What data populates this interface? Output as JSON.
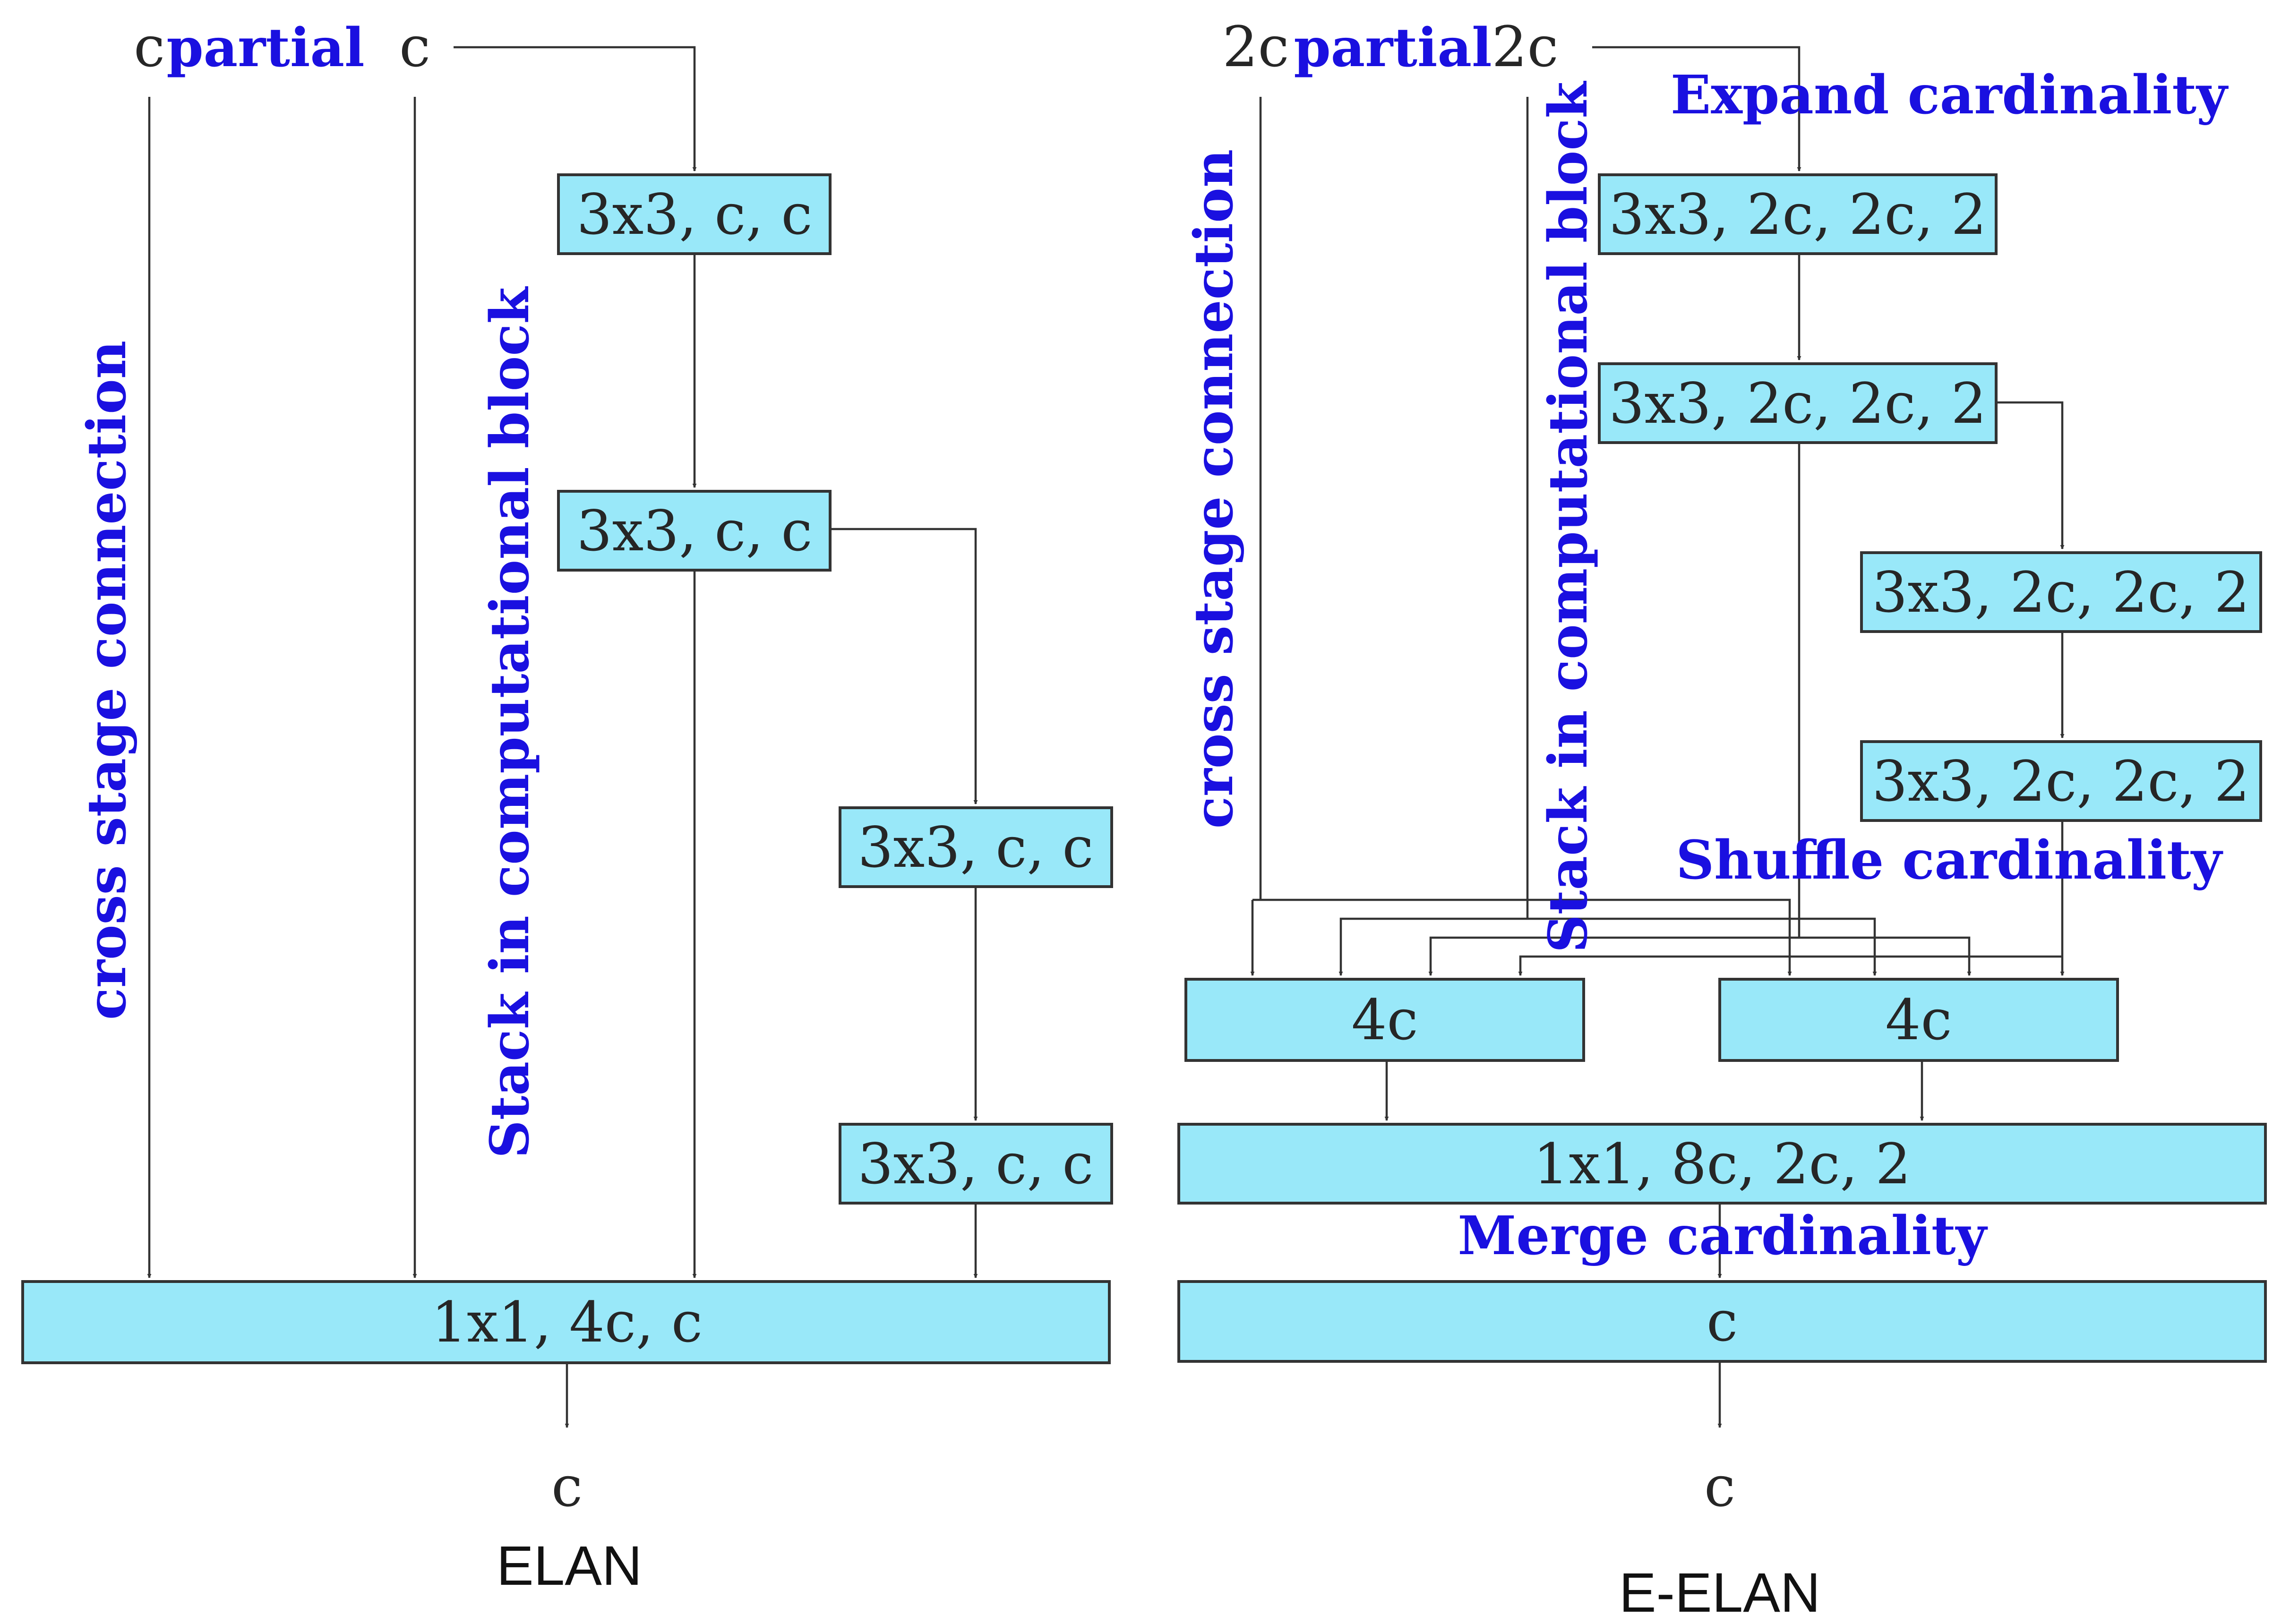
{
  "elan": {
    "title": "ELAN",
    "input_left": "c",
    "partial": "partial",
    "input_right": "c",
    "cross_stage": "cross stage connection",
    "stack": "Stack in computational block",
    "conv1": "3x3, c, c",
    "conv2": "3x3, c, c",
    "conv3": "3x3, c, c",
    "conv4": "3x3, c, c",
    "transition": "1x1, 4c, c",
    "output": "c"
  },
  "eelan": {
    "title": "E-ELAN",
    "input_left": "2c",
    "partial": "partial",
    "input_right": "2c",
    "expand": "Expand cardinality",
    "cross_stage": "cross stage connection",
    "stack": "Stack in computational block",
    "conv1": "3x3, 2c, 2c, 2",
    "conv2": "3x3, 2c, 2c, 2",
    "conv3": "3x3, 2c, 2c, 2",
    "conv4": "3x3, 2c, 2c, 2",
    "shuffle": "Shuffle cardinality",
    "concat_left": "4c",
    "concat_right": "4c",
    "transition": "1x1, 8c, 2c, 2",
    "merge": "Merge cardinality",
    "merge_out": "c",
    "output": "c"
  }
}
